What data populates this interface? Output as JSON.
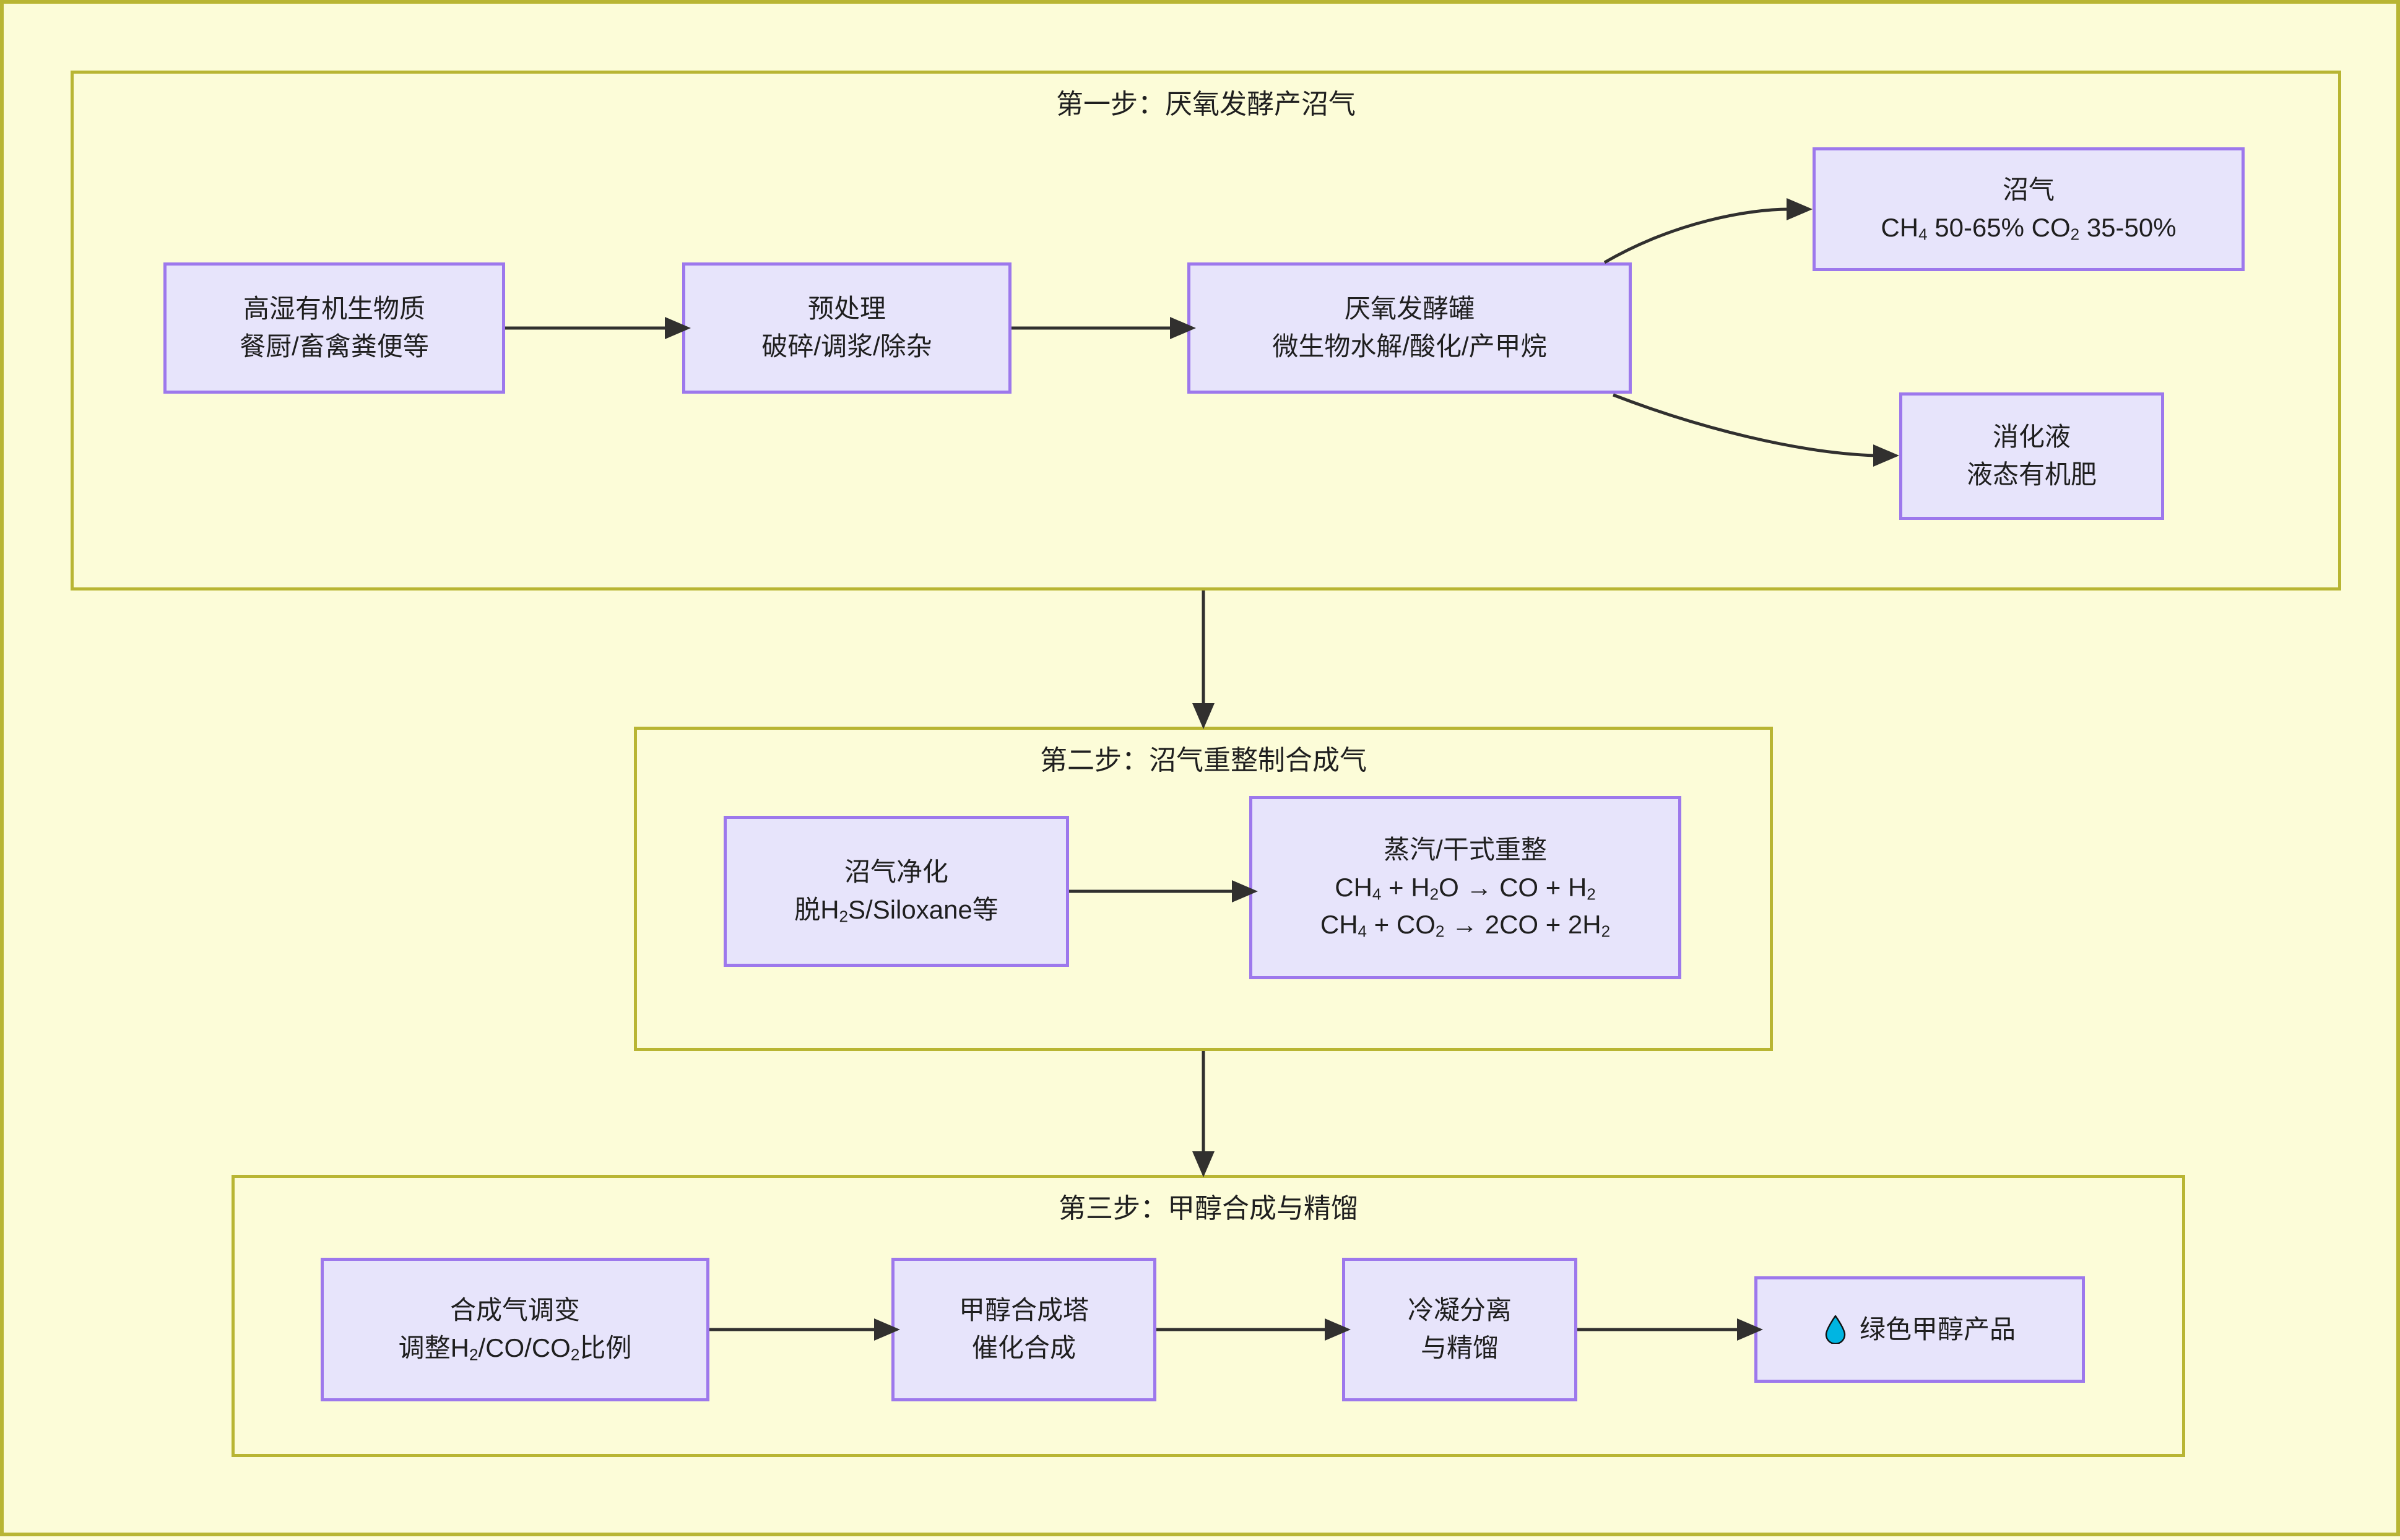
{
  "diagram": {
    "background_color": "#fcfcd8",
    "container_border_color": "#b8b533",
    "node_fill_color": "#e7e4fb",
    "node_border_color": "#9d78ec",
    "edge_color": "#31302f"
  },
  "steps": [
    {
      "id": "step1",
      "title": "第一步：厌氧发酵产沼气",
      "nodes": {
        "feedstock": {
          "line1": "高湿有机生物质",
          "line2": "餐厨/畜禽粪便等"
        },
        "pretreatment": {
          "line1": "预处理",
          "line2": "破碎/调浆/除杂"
        },
        "digester": {
          "line1": "厌氧发酵罐",
          "line2": "微生物水解/酸化/产甲烷"
        },
        "biogas": {
          "line1": "沼气",
          "line2_prefix": "CH",
          "line2_sub1": "4",
          "line2_mid": " 50-65% CO",
          "line2_sub2": "2",
          "line2_suffix": " 35-50%"
        },
        "digestate": {
          "line1": "消化液",
          "line2": "液态有机肥"
        }
      }
    },
    {
      "id": "step2",
      "title": "第二步：沼气重整制合成气",
      "nodes": {
        "purification": {
          "line1": "沼气净化",
          "line2_prefix": "脱H",
          "line2_sub": "2",
          "line2_suffix": "S/Siloxane等"
        },
        "reforming": {
          "line1": "蒸汽/干式重整",
          "eq1": {
            "a": "CH",
            "a_sub": "4",
            "b": " + H",
            "b_sub": "2",
            "c": "O → CO + H",
            "c_sub": "2",
            "d": ""
          },
          "eq2": {
            "a": "CH",
            "a_sub": "4",
            "b": " + CO",
            "b_sub": "2",
            "c": " → 2CO + 2H",
            "c_sub": "2",
            "d": ""
          }
        }
      }
    },
    {
      "id": "step3",
      "title": "第三步：甲醇合成与精馏",
      "nodes": {
        "shift": {
          "line1": "合成气调变",
          "line2_prefix": "调整H",
          "line2_sub1": "2",
          "line2_mid": "/CO/CO",
          "line2_sub2": "2",
          "line2_suffix": "比例"
        },
        "synthesis": {
          "line1": "甲醇合成塔",
          "line2": "催化合成"
        },
        "separation": {
          "line1": "冷凝分离",
          "line2": "与精馏"
        },
        "product": {
          "icon": "water-drop-icon",
          "label": "绿色甲醇产品"
        }
      }
    }
  ]
}
